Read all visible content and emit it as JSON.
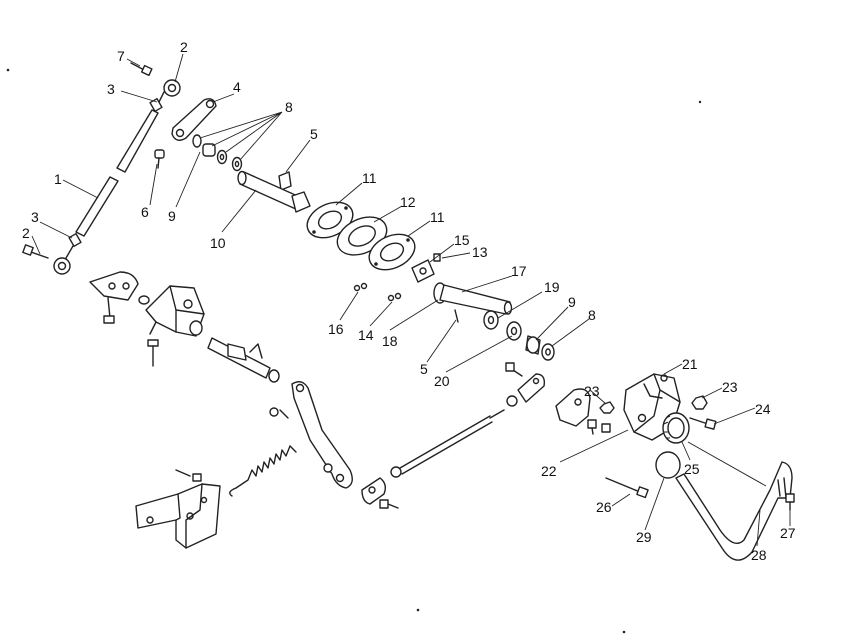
{
  "diagram": {
    "callouts": [
      {
        "id": "c7",
        "label": "7"
      },
      {
        "id": "c2a",
        "label": "2"
      },
      {
        "id": "c3a",
        "label": "3"
      },
      {
        "id": "c4",
        "label": "4"
      },
      {
        "id": "c8a",
        "label": "8"
      },
      {
        "id": "c5a",
        "label": "5"
      },
      {
        "id": "c6",
        "label": "6"
      },
      {
        "id": "c9a",
        "label": "9"
      },
      {
        "id": "c1",
        "label": "1"
      },
      {
        "id": "c10",
        "label": "10"
      },
      {
        "id": "c11a",
        "label": "11"
      },
      {
        "id": "c12",
        "label": "12"
      },
      {
        "id": "c11b",
        "label": "11"
      },
      {
        "id": "c3b",
        "label": "3"
      },
      {
        "id": "c2b",
        "label": "2"
      },
      {
        "id": "c15",
        "label": "15"
      },
      {
        "id": "c13",
        "label": "13"
      },
      {
        "id": "c17",
        "label": "17"
      },
      {
        "id": "c16",
        "label": "16"
      },
      {
        "id": "c14",
        "label": "14"
      },
      {
        "id": "c18",
        "label": "18"
      },
      {
        "id": "c19",
        "label": "19"
      },
      {
        "id": "c9b",
        "label": "9"
      },
      {
        "id": "c8b",
        "label": "8"
      },
      {
        "id": "c5b",
        "label": "5"
      },
      {
        "id": "c20",
        "label": "20"
      },
      {
        "id": "c21",
        "label": "21"
      },
      {
        "id": "c23a",
        "label": "23"
      },
      {
        "id": "c23b",
        "label": "23"
      },
      {
        "id": "c24",
        "label": "24"
      },
      {
        "id": "c22",
        "label": "22"
      },
      {
        "id": "c25",
        "label": "25"
      },
      {
        "id": "c26",
        "label": "26"
      },
      {
        "id": "c29",
        "label": "29"
      },
      {
        "id": "c28",
        "label": "28"
      },
      {
        "id": "c27",
        "label": "27"
      }
    ]
  }
}
